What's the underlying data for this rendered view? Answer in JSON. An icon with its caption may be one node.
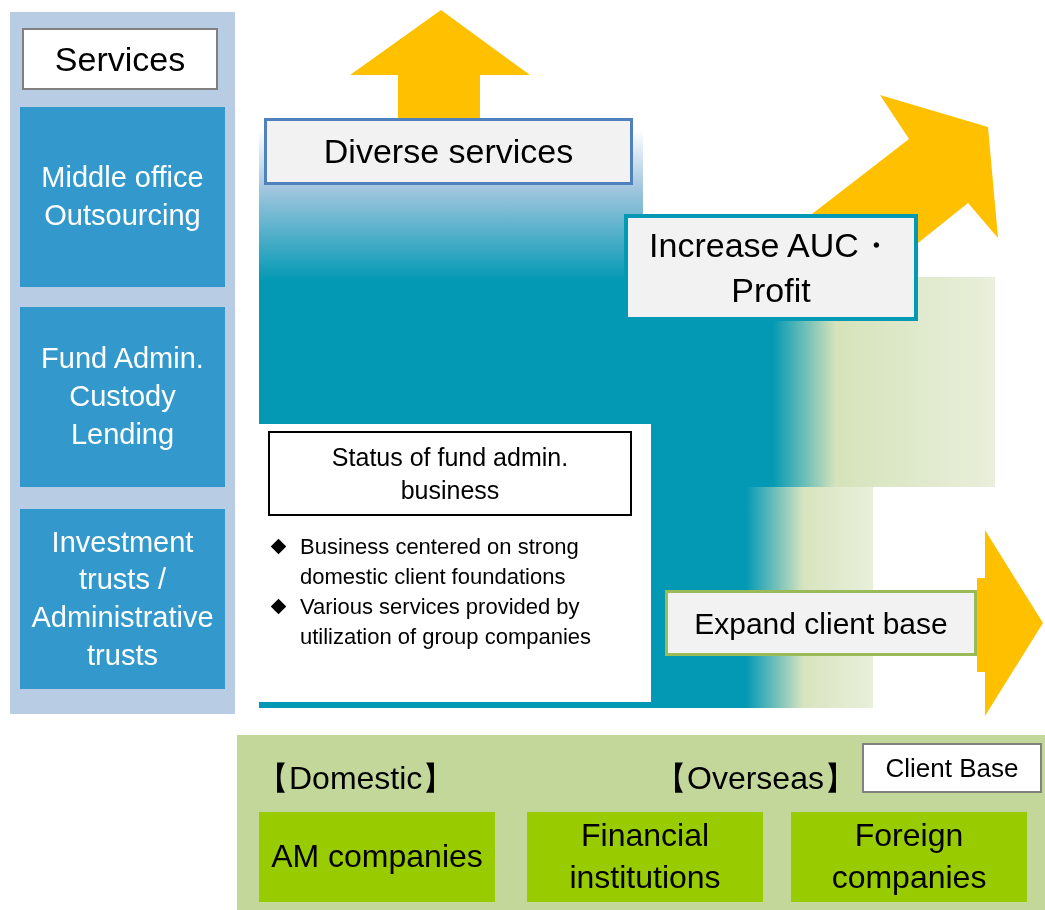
{
  "diagram": {
    "nodes": [
      {
        "text": [],
        "shape": "box"
      },
      {
        "text": [
          "Services"
        ],
        "in": 0
      },
      {
        "text": [
          "Middle office Outsourcing"
        ],
        "in": 0
      },
      {
        "text": [
          "Fund Admin. Custody Lending"
        ],
        "in": 0
      },
      {
        "text": [
          "Investment trusts / Administrative trusts"
        ],
        "in": 0
      },
      {
        "text": [
          "Diverse services"
        ]
      },
      {
        "text": [
          "Increase AUC・Profit"
        ]
      },
      {
        "text": [
          "Business centered on strong domestic client foundations",
          "Various services provided by utilization of group companies"
        ]
      },
      {
        "text": [
          "Status of fund admin. business"
        ],
        "in": 7
      },
      {
        "text": [
          "Expand client base"
        ]
      },
      {
        "text": [
          "【Domestic】",
          "【Overseas】"
        ]
      },
      {
        "text": [
          "Client Base"
        ],
        "in": 10
      },
      {
        "text": [
          "AM companies"
        ],
        "in": 10
      },
      {
        "text": [
          "Financial institutions"
        ],
        "in": 10
      },
      {
        "text": [
          "Foreign companies"
        ],
        "in": 10
      }
    ],
    "edges": [
      {
        "from": 5,
        "to": null,
        "arrow": "to",
        "style": "thick",
        "color": "#ffc000"
      },
      {
        "from": 6,
        "to": null,
        "arrow": "to",
        "style": "thick",
        "color": "#ffc000"
      },
      {
        "from": 9,
        "to": null,
        "arrow": "to",
        "style": "thick",
        "color": "#ffc000"
      }
    ]
  }
}
